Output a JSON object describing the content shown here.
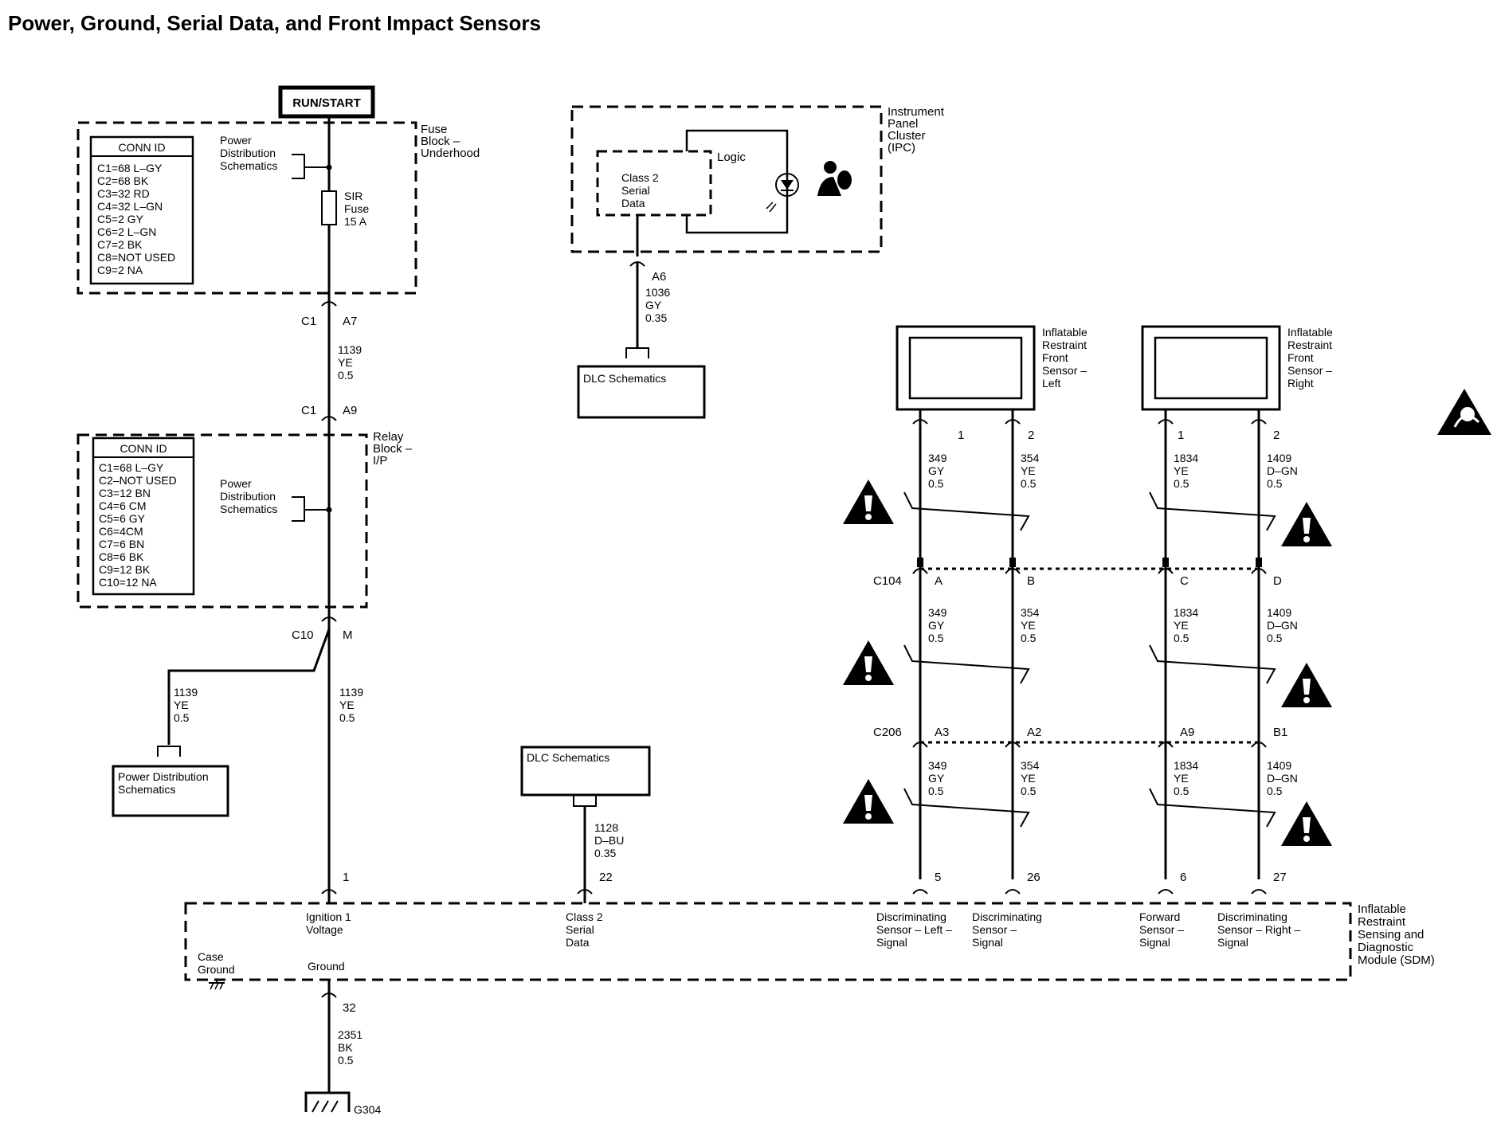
{
  "title": "Power, Ground, Serial Data, and Front Impact Sensors",
  "power_source": "RUN/START",
  "fuse_block": {
    "label": [
      "Fuse",
      "Block –",
      "Underhood"
    ],
    "conn_header": "CONN ID",
    "conn_ids": [
      "C1=68 L–GY",
      "C2=68 BK",
      "C3=32 RD",
      "C4=32 L–GN",
      "C5=2 GY",
      "C6=2 L–GN",
      "C7=2 BK",
      "C8=NOT USED",
      "C9=2 NA"
    ],
    "power_dist": [
      "Power",
      "Distribution",
      "Schematics"
    ],
    "fuse": [
      "SIR",
      "Fuse",
      "15 A"
    ]
  },
  "relay_block": {
    "label": [
      "Relay",
      "Block –",
      "I/P"
    ],
    "conn_header": "CONN ID",
    "conn_ids": [
      "C1=68 L–GY",
      "C2–NOT USED",
      "C3=12 BN",
      "C4=6 CM",
      "C5=6 GY",
      "C6=4CM",
      "C7=6 BN",
      "C8=6 BK",
      "C9=12 BK",
      "C10=12 NA"
    ],
    "power_dist": [
      "Power",
      "Distribution",
      "Schematics"
    ]
  },
  "ipc": {
    "label": [
      "Instrument",
      "Panel",
      "Cluster",
      "(IPC)"
    ],
    "logic": "Logic",
    "serial": [
      "Class 2",
      "Serial",
      "Data"
    ],
    "pin": "A6",
    "wire": [
      "1036",
      "GY",
      "0.35"
    ],
    "dlc": "DLC Schematics"
  },
  "connectors": {
    "c1": "C1",
    "a7": "A7",
    "a9": "A9",
    "c10": "C10",
    "m": "M",
    "c104": "C104",
    "c206": "C206"
  },
  "wires": {
    "w1139_a": [
      "1139",
      "YE",
      "0.5"
    ],
    "w1139_b": [
      "1139",
      "YE",
      "0.5"
    ],
    "w1139_c": [
      "1139",
      "YE",
      "0.5"
    ],
    "w1128": [
      "1128",
      "D–BU",
      "0.35"
    ],
    "w2351": [
      "2351",
      "BK",
      "0.5"
    ]
  },
  "power_dist_box": [
    "Power Distribution",
    "Schematics"
  ],
  "dlc_box_bottom": "DLC Schematics",
  "sensors": {
    "left": {
      "label": [
        "Inflatable",
        "Restraint",
        "Front",
        "Sensor –",
        "Left"
      ],
      "pins": [
        "1",
        "2"
      ]
    },
    "right": {
      "label": [
        "Inflatable",
        "Restraint",
        "Front",
        "Sensor –",
        "Right"
      ],
      "pins": [
        "1",
        "2"
      ]
    }
  },
  "sensor_wires": [
    {
      "w": [
        "349",
        "GY",
        "0.5"
      ],
      "c104": "A",
      "c206": "A3",
      "sdm": "5"
    },
    {
      "w": [
        "354",
        "YE",
        "0.5"
      ],
      "c104": "B",
      "c206": "A2",
      "sdm": "26"
    },
    {
      "w": [
        "1834",
        "YE",
        "0.5"
      ],
      "c104": "C",
      "c206": "A9",
      "sdm": "6"
    },
    {
      "w": [
        "1409",
        "D–GN",
        "0.5"
      ],
      "c104": "D",
      "c206": "B1",
      "sdm": "27"
    }
  ],
  "sdm": {
    "label": [
      "Inflatable",
      "Restraint",
      "Sensing and",
      "Diagnostic",
      "Module (SDM)"
    ],
    "pin_ign": "1",
    "pin_serial": "22",
    "pin_ground": "32",
    "ign": [
      "Ignition 1",
      "Voltage"
    ],
    "serial": [
      "Class 2",
      "Serial",
      "Data"
    ],
    "case_ground": [
      "Case",
      "Ground"
    ],
    "ground": "Ground",
    "signals": [
      [
        "Discriminating",
        "Sensor – Left –",
        "Signal"
      ],
      [
        "Discriminating",
        "Sensor –",
        "Signal"
      ],
      [
        "Forward",
        "Sensor –",
        "Signal"
      ],
      [
        "Discriminating",
        "Sensor – Right –",
        "Signal"
      ]
    ]
  },
  "ground_id": "G304"
}
